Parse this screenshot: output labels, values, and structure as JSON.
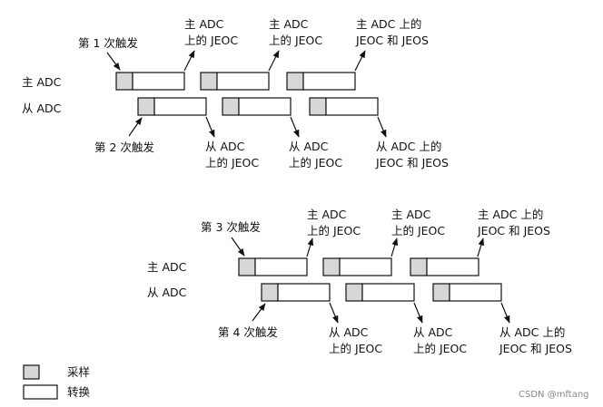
{
  "diagram": {
    "master_label": "主 ADC",
    "slave_label": "从 ADC",
    "triggers": [
      "第 1 次触发",
      "第 2 次触发",
      "第 3 次触发",
      "第 4 次触发"
    ],
    "master_jeoc": [
      "主 ADC",
      "上的 JEOC"
    ],
    "master_jeos": [
      "主 ADC 上的",
      "JEOC 和 JEOS"
    ],
    "slave_jeoc": [
      "从 ADC",
      "上的 JEOC"
    ],
    "slave_jeos": [
      "从 ADC 上的",
      "JEOC 和 JEOS"
    ]
  },
  "legend": {
    "sample_label": "采样",
    "conversion_label": "转换"
  },
  "watermark": "CSDN @mftang"
}
